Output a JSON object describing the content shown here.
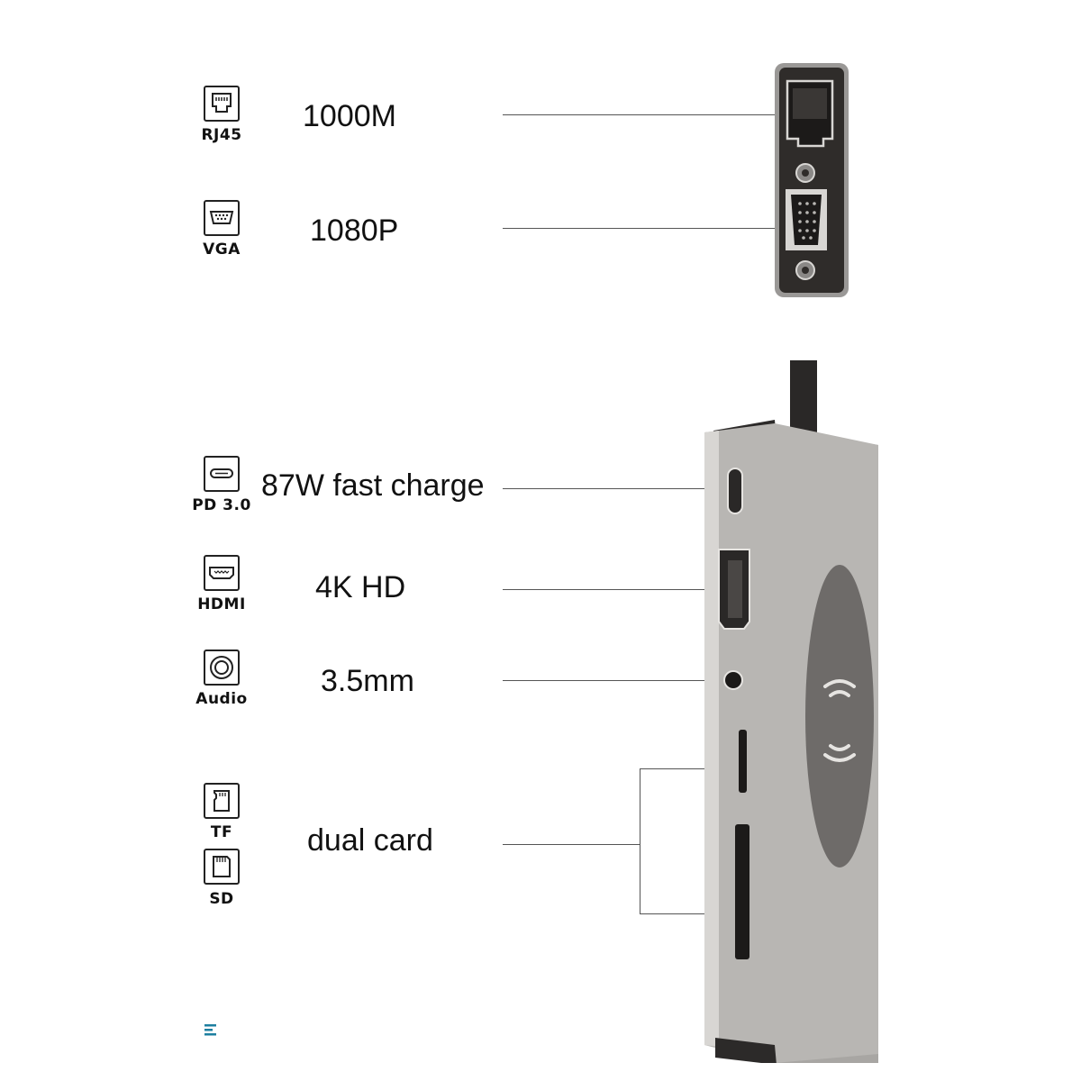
{
  "features": [
    {
      "icon": "rj45-port-icon",
      "icon_label": "RJ45",
      "spec": "1000M"
    },
    {
      "icon": "vga-port-icon",
      "icon_label": "VGA",
      "spec": "1080P"
    },
    {
      "icon": "usb-c-port-icon",
      "icon_label": "PD 3.0",
      "spec": "87W fast charge"
    },
    {
      "icon": "hdmi-port-icon",
      "icon_label": "HDMI",
      "spec": "4K HD"
    },
    {
      "icon": "audio-jack-icon",
      "icon_label": "Audio",
      "spec": "3.5mm"
    },
    {
      "icon": "tf-card-icon",
      "icon_label": "TF",
      "spec": "dual card"
    },
    {
      "icon": "sd-card-icon",
      "icon_label": "SD",
      "spec": ""
    }
  ],
  "colors": {
    "hub_body": "#b8b6b3",
    "hub_edge": "#d8d6d3",
    "charging_pad": "#6e6b69",
    "port_panel": "#2f2c2a",
    "brand_mark": "#1e7fa0"
  }
}
